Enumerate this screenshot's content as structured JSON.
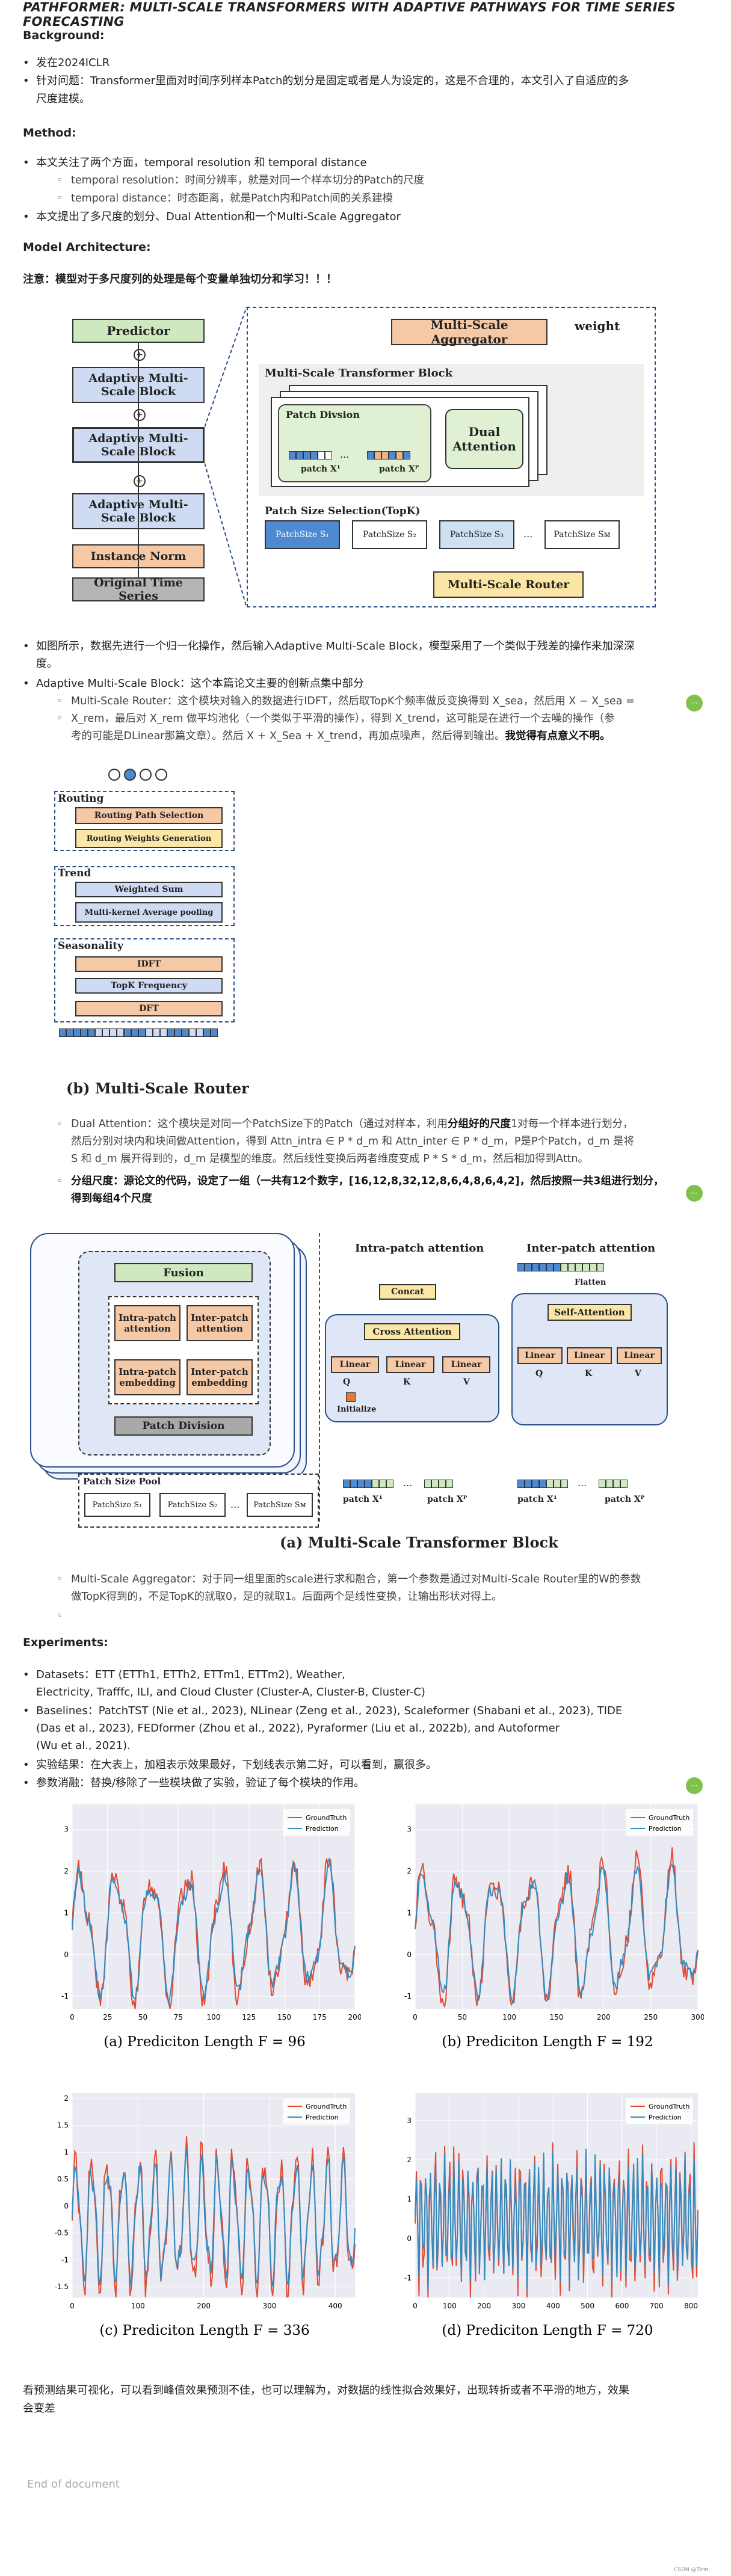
{
  "title": "PATHFORMER: MULTI-SCALE TRANSFORMERS WITH ADAPTIVE PATHWAYS FOR TIME SERIES FORECASTING",
  "background": {
    "heading": "Background:",
    "items": [
      "发在2024ICLR",
      "针对问题：Transformer里面对时间序列样本Patch的划分是固定或者是人为设定的，这是不合理的，本文引入了自适应的多",
      "尺度建模。"
    ]
  },
  "method": {
    "heading": "Method:",
    "item1": "本文关注了两个方面，temporal resolution 和 temporal distance",
    "sub1": "temporal resolution：时间分辨率，就是对同一个样本切分的Patch的尺度",
    "sub2": "temporal distance：时态距离，就是Patch内和Patch间的关系建模",
    "item2": "本文提出了多尺度的划分、Dual Attention和一个Multi-Scale Aggregator"
  },
  "arch": {
    "heading": "Model Architecture:",
    "note": "注意：模型对于多尺度列的处理是每个变量单独切分和学习！！！"
  },
  "fig1": {
    "predictor": "Predictor",
    "amsb1": "Adaptive Multi-Scale Block",
    "amsb2": "Adaptive Multi-Scale Block",
    "amsb3": "Adaptive Multi-Scale Block",
    "instance_norm": "Instance Norm",
    "original": "Original Time Series",
    "aggregator": "Multi-Scale Aggregator",
    "weight": "weight",
    "mstb": "Multi-Scale Transformer Block",
    "patch_division": "Patch Divsion",
    "dual_attention": "Dual Attention",
    "patch_x1": "patch X¹",
    "patch_xp": "patch Xᴾ",
    "psel": "Patch Size Selection(TopK)",
    "ps1": "PatchSize S₁",
    "ps2": "PatchSize S₂",
    "ps3": "PatchSize S₃",
    "psm": "PatchSize Sᴍ",
    "router": "Multi-Scale Router",
    "dots": "..."
  },
  "after1": {
    "b1": "如图所示，数据先进行一个归一化操作，然后输入Adaptive Multi-Scale Block，模型采用了一个类似于残差的操作来加深深",
    "b1b": "度。",
    "b2": "Adaptive Multi-Scale Block：这个本篇论文主要的创新点集中部分",
    "c1a": "Multi-Scale Router：这个模块对输入的数据进行IDFT，然后取TopK个频率做反变换得到 X_sea，然后用 X − X_sea =",
    "c1b": "X_rem，最后对 X_rem 做平均池化（一个类似于平滑的操作），得到 X_trend，这可能是在进行一个去噪的操作（参",
    "c1c": "考的可能是DLinear那篇文章）。然后 X + X_Sea + X_trend，再加点噪声，然后得到输出。",
    "c1d": "我觉得有点意义不明。",
    "badge": "···"
  },
  "fig2": {
    "routing": "Routing",
    "rps": "Routing Path Selection",
    "rwg": "Routing Weights Generation",
    "trend": "Trend",
    "ws": "Weighted Sum",
    "mkap": "Multi-kernel Average pooling",
    "seasonality": "Seasonality",
    "idft": "IDFT",
    "topk": "TopK  Frequency",
    "dft": "DFT",
    "caption": "(b) Multi-Scale Router"
  },
  "dual": {
    "c2a": "Dual Attention：这个模块是对同一个PatchSize下的Patch（通过对样本，利用",
    "c2bold": "分组好的尺度",
    "c2a2": "1对每一个样本进行划分，",
    "c2b": "然后分别对块内和块间做Attention，得到 Attn_intra ∈ P * d_m 和 Attn_inter ∈ P * d_m，P是P个Patch，d_m 是将",
    "c2c": "S 和 d_m 展开得到的，d_m 是模型的维度。然后线性变换后两者维度变成 P * S * d_m，然后相加得到Attn。",
    "c3a": "分组尺度：源论文的代码，设定了一组（一共有12个数字，[16,12,8,32,12,8,6,4,8,6,4,2]，然后按照一共3组进行划分，",
    "c3b": "得到每组4个尺度"
  },
  "fig3": {
    "fusion": "Fusion",
    "intra_att": "Intra-patch attention",
    "inter_att": "Inter-patch attention",
    "intra_emb": "Intra-patch embedding",
    "inter_emb": "Inter-patch embedding",
    "patch_division": "Patch Division",
    "pool": "Patch Size Pool",
    "ps1": "PatchSize S₁",
    "ps2": "PatchSize S₂",
    "psm": "PatchSize Sᴍ",
    "intra_title": "Intra-patch attention",
    "inter_title": "Inter-patch attention",
    "concat": "Concat",
    "cross": "Cross Attention",
    "linear": "Linear",
    "q": "Q",
    "k": "K",
    "v": "V",
    "initialize": "Initialize",
    "flatten": "Flatten",
    "self_att": "Self-Attention",
    "px1": "patch X¹",
    "pxp": "patch Xᴾ",
    "caption": "(a)  Multi-Scale Transformer Block"
  },
  "agg": {
    "c4a": "Multi-Scale Aggregator：对于同一组里面的scale进行求和融合，第一个参数是通过对Multi-Scale Router里的W的参数",
    "c4b": "做TopK得到的，不是TopK的就取0，是的就取1。后面两个是线性变换，让输出形状对得上。"
  },
  "exp": {
    "heading": "Experiments:",
    "d1": "Datasets：ETT (ETTh1, ETTh2, ETTm1, ETTm2), Weather,",
    "d2": "Electricity, Trafffc, ILI, and Cloud Cluster (Cluster-A, Cluster-B, Cluster-C)",
    "b1": "Baselines：PatchTST (Nie et al., 2023), NLinear (Zeng et al., 2023), Scaleformer (Shabani et al., 2023), TIDE",
    "b2": "(Das et al., 2023), FEDformer (Zhou et al., 2022), Pyraformer (Liu et al., 2022b), and Autoformer",
    "b3": "(Wu et al., 2021).",
    "r1": "实验结果：在大表上，加粗表示效果最好，下划线表示第二好，可以看到，赢很多。",
    "r2": "参数消融：替换/移除了一些模块做了实验，验证了每个模块的作用。"
  },
  "chart_data": [
    {
      "type": "line",
      "caption": "(a) Prediciton Length F = 96",
      "x_ticks": [
        0,
        25,
        50,
        75,
        100,
        125,
        150,
        175,
        200
      ],
      "y_ticks": [
        -1,
        0,
        1,
        2,
        3
      ],
      "xlim": [
        0,
        200
      ],
      "ylim": [
        -1.3,
        3.6
      ],
      "legend": "top-right",
      "series": [
        {
          "name": "GroundTruth",
          "color": "#e24a33"
        },
        {
          "name": "Prediction",
          "color": "#348abd"
        }
      ]
    },
    {
      "type": "line",
      "caption": "(b) Prediciton Length F = 192",
      "x_ticks": [
        0,
        50,
        100,
        150,
        200,
        250,
        300
      ],
      "y_ticks": [
        -1,
        0,
        1,
        2,
        3
      ],
      "xlim": [
        0,
        300
      ],
      "ylim": [
        -1.3,
        3.6
      ],
      "legend": "top-right",
      "series": [
        {
          "name": "GroundTruth",
          "color": "#e24a33"
        },
        {
          "name": "Prediction",
          "color": "#348abd"
        }
      ]
    },
    {
      "type": "line",
      "caption": "(c) Prediciton Length F = 336",
      "x_ticks": [
        0,
        100,
        200,
        300,
        400
      ],
      "y_ticks": [
        -1.5,
        -1.0,
        -0.5,
        0.0,
        0.5,
        1.0,
        1.5,
        2.0
      ],
      "xlim": [
        0,
        430
      ],
      "ylim": [
        -1.7,
        2.1
      ],
      "legend": "top-right",
      "series": [
        {
          "name": "GroundTruth",
          "color": "#e24a33"
        },
        {
          "name": "Prediction",
          "color": "#348abd"
        }
      ]
    },
    {
      "type": "line",
      "caption": "(d) Prediciton Length F = 720",
      "x_ticks": [
        0,
        100,
        200,
        300,
        400,
        500,
        600,
        700,
        800
      ],
      "y_ticks": [
        -1,
        0,
        1,
        2,
        3
      ],
      "xlim": [
        0,
        820
      ],
      "ylim": [
        -1.5,
        3.7
      ],
      "legend": "top-right",
      "series": [
        {
          "name": "GroundTruth",
          "color": "#e24a33"
        },
        {
          "name": "Prediction",
          "color": "#348abd"
        }
      ]
    }
  ],
  "conclusion": "看预测结果可视化，可以看到峰值效果预测不佳，也可以理解为，对数据的线性拟合效果好，出现转折或者不平滑的地方，效果",
  "conclusion2": "会变差",
  "end": "End of document",
  "watermark": "CSDN @Tirin"
}
